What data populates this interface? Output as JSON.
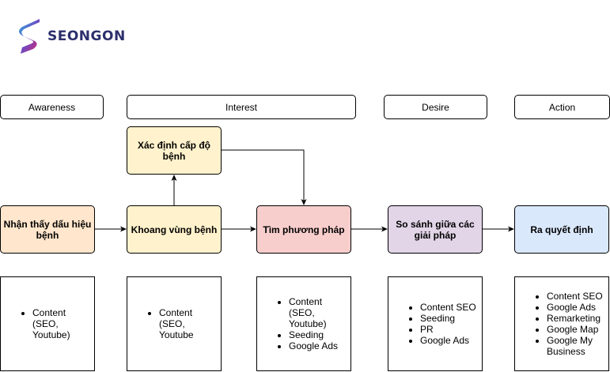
{
  "logo": {
    "text": "SEONGON"
  },
  "stages": {
    "awareness": "Awareness",
    "interest": "Interest",
    "desire": "Desire",
    "action": "Action"
  },
  "steps": {
    "recognize": "Nhận thấy dấu hiệu bệnh",
    "severity": "Xác định cấp độ bệnh",
    "localize": "Khoang vùng bệnh",
    "find_method": "Tìm phương pháp",
    "compare": "So sánh giữa các giải pháp",
    "decide": "Ra quyết định"
  },
  "channels": {
    "awareness": [
      "Content (SEO, Youtube)"
    ],
    "interest_1": [
      "Content (SEO, Youtube"
    ],
    "interest_2": [
      "Content (SEO, Youtube)",
      "Seeding",
      "Google Ads"
    ],
    "desire": [
      "Content SEO",
      "Seeding",
      "PR",
      "Google Ads"
    ],
    "action": [
      "Content SEO",
      "Google Ads",
      "Remarketing",
      "Google Map",
      "Google My Business"
    ]
  },
  "colors": {
    "orange_fill": "#ffe6cc",
    "yellow_fill": "#fff2cc",
    "red_fill": "#f8cecc",
    "purple_fill": "#e1d5e7",
    "blue_fill": "#dae8fc"
  }
}
